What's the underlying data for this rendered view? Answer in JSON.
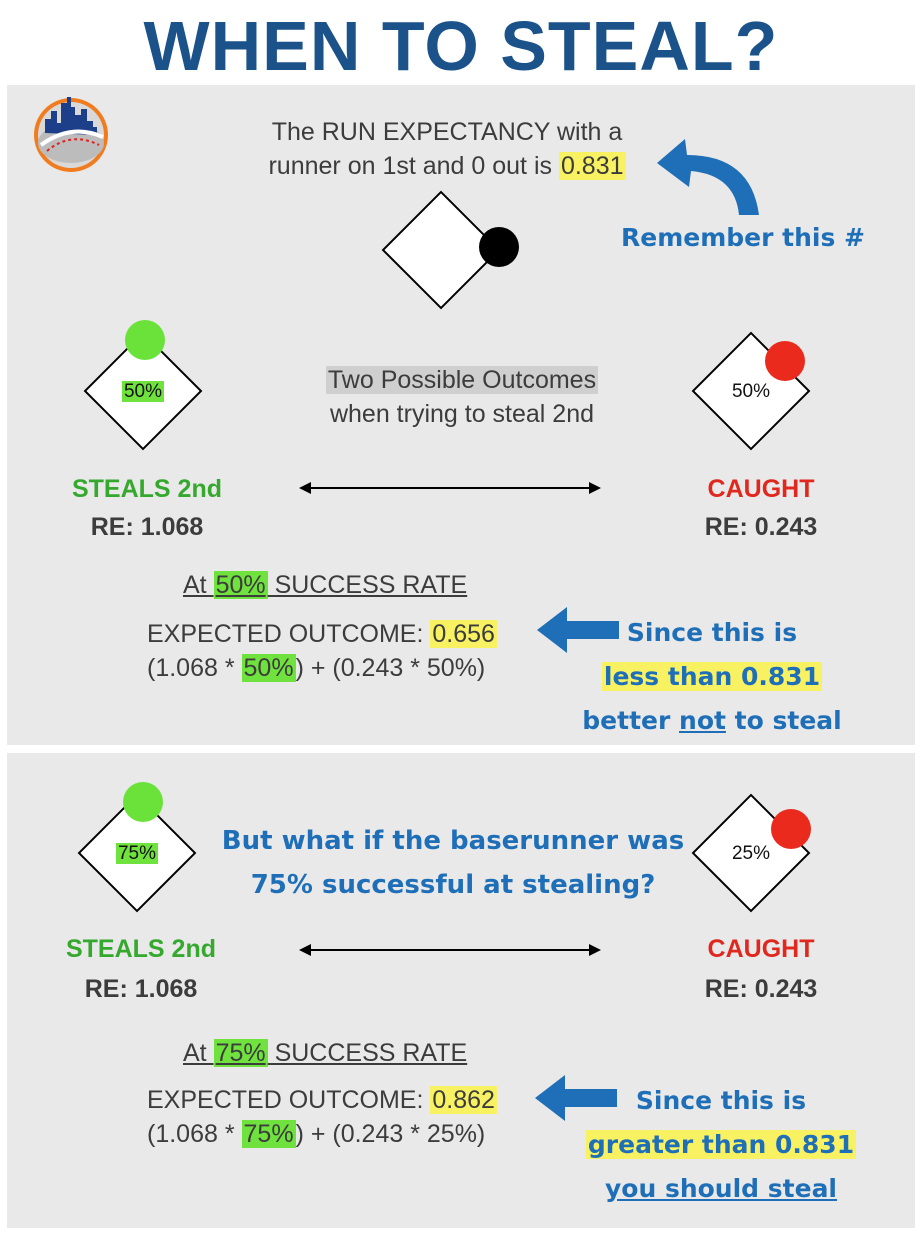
{
  "title": "WHEN TO STEAL?",
  "logo_icon": "mets-skyline-baseball-logo",
  "colors": {
    "title": "#1a5289",
    "accent_blue": "#1f6fb8",
    "green": "#35a82e",
    "red": "#e0281e",
    "highlight_yellow": "#f8f263",
    "highlight_green": "#6fe23e",
    "panel_bg": "#e9e9e9"
  },
  "section1": {
    "intro_line1": "The RUN EXPECTANCY with a",
    "intro_line2_prefix": "runner on 1st and 0 out is ",
    "intro_value": "0.831",
    "remember_note": "Remember this #",
    "outcomes_line1": "Two Possible Outcomes",
    "outcomes_line2": "when trying to steal 2nd",
    "left_pct": "50%",
    "right_pct": "50%",
    "steals_label": "STEALS 2nd",
    "steals_re": "RE: 1.068",
    "caught_label": "CAUGHT",
    "caught_re": "RE: 0.243",
    "rate_prefix": "At ",
    "rate_value": "50%",
    "rate_suffix": " SUCCESS RATE",
    "expected_prefix": "EXPECTED OUTCOME: ",
    "expected_value": "0.656",
    "formula_a": "(1.068 * ",
    "formula_pct": "50%",
    "formula_b": ") + (0.243 * 50%)",
    "note_line1": "Since this is",
    "note_line2": "less than 0.831",
    "note_line3_a": "better ",
    "note_line3_u": "not",
    "note_line3_b": " to steal"
  },
  "section2": {
    "question_line1": "But what if the baserunner was",
    "question_line2": "75% successful at stealing?",
    "left_pct": "75%",
    "right_pct": "25%",
    "steals_label": "STEALS 2nd",
    "steals_re": "RE: 1.068",
    "caught_label": "CAUGHT",
    "caught_re": "RE: 0.243",
    "rate_prefix": "At ",
    "rate_value": "75%",
    "rate_suffix": " SUCCESS RATE",
    "expected_prefix": "EXPECTED OUTCOME: ",
    "expected_value": "0.862",
    "formula_a": "(1.068 * ",
    "formula_pct": "75%",
    "formula_b": ") + (0.243 * 25%)",
    "note_line1": "Since this is",
    "note_line2": "greater than 0.831",
    "note_line3": "you should steal"
  }
}
